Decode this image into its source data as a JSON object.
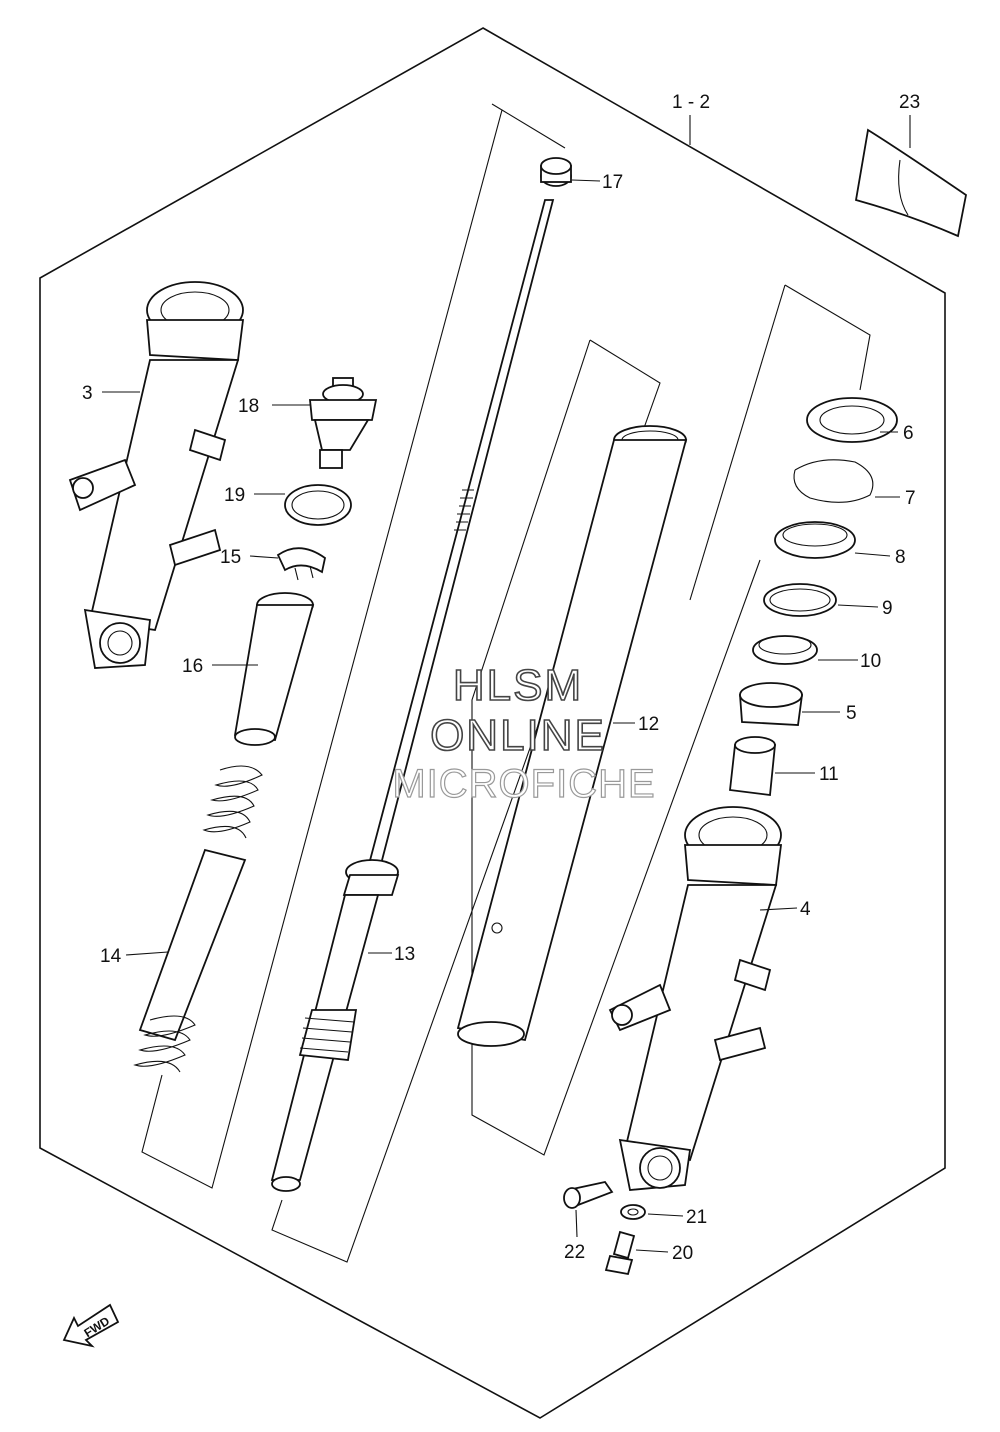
{
  "labels": {
    "p1_2": "1 - 2",
    "p3": "3",
    "p4": "4",
    "p5": "5",
    "p6": "6",
    "p7": "7",
    "p8": "8",
    "p9": "9",
    "p10": "10",
    "p11": "11",
    "p12": "12",
    "p13": "13",
    "p14": "14",
    "p15": "15",
    "p16": "16",
    "p17": "17",
    "p18": "18",
    "p19": "19",
    "p20": "20",
    "p21": "21",
    "p22": "22",
    "p23": "23"
  },
  "watermark": {
    "line1": "HLSM",
    "line2": "ONLINE",
    "line3": "MICROFICHE"
  },
  "fwd_arrow": {
    "text": "FWD"
  }
}
